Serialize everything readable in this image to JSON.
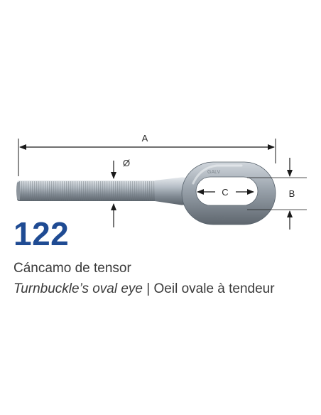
{
  "product": {
    "number": "122",
    "name_es": "Cáncamo de tensor",
    "name_en": "Turnbuckle’s oval eye",
    "separator": " | ",
    "name_fr": "Oeil ovale à tendeur"
  },
  "dimensions": {
    "overall_length": "A",
    "diameter": "Ø",
    "eye_inner_length": "C",
    "eye_width": "B"
  },
  "colors": {
    "number": "#1f4b93",
    "metal": "#9aa3ac",
    "dimension_lines": "#1a1a1a"
  }
}
